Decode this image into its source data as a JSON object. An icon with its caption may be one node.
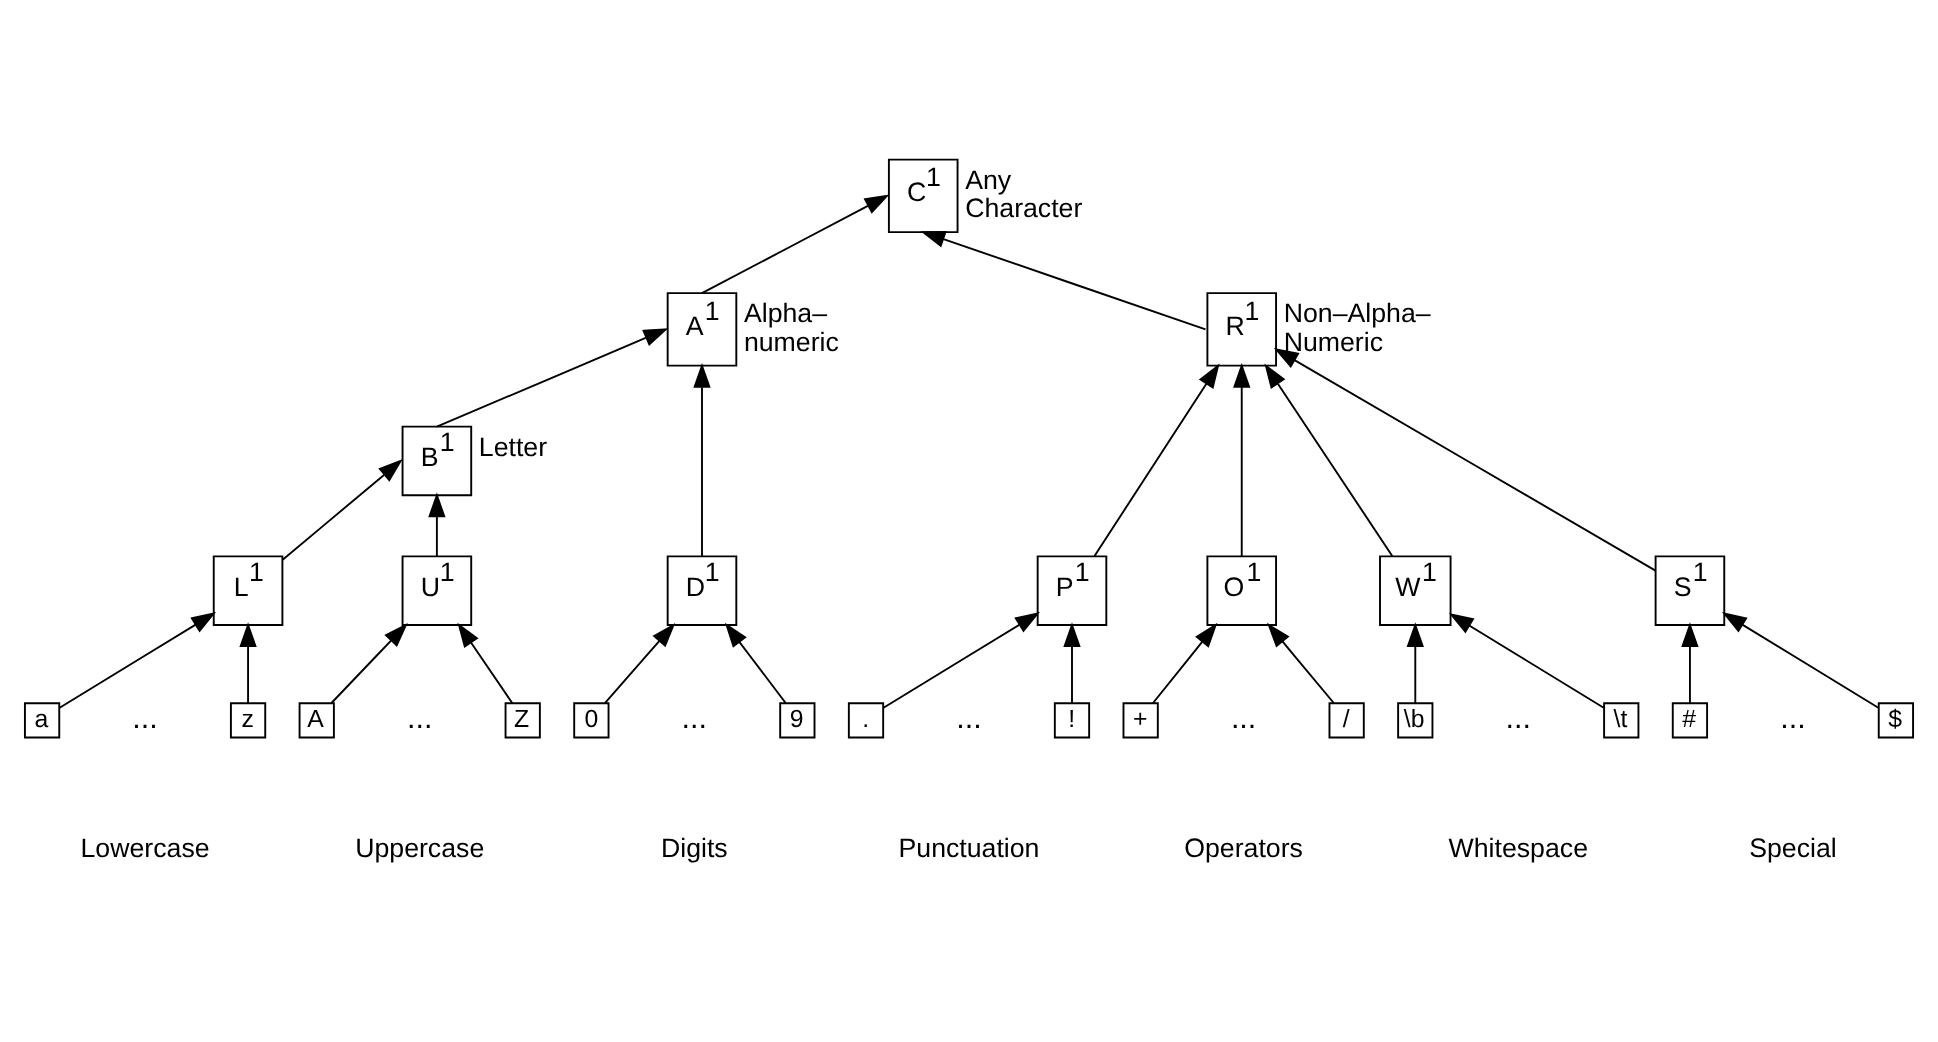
{
  "diagram": {
    "nodes": [
      {
        "text": [
          "C$^{1}$"
        ],
        "beside": [
          "Any Character"
        ]
      },
      {
        "text": [
          "A$^{1}$"
        ],
        "beside": [
          "Alpha– numeric"
        ]
      },
      {
        "text": [
          "R$^{1}$"
        ],
        "beside": [
          "Non–Alpha– Numeric"
        ]
      },
      {
        "text": [
          "B$^{1}$"
        ],
        "beside": [
          "Letter"
        ]
      },
      {
        "text": [
          "L$^{1}$"
        ]
      },
      {
        "text": [
          "U$^{1}$"
        ]
      },
      {
        "text": [
          "D$^{1}$"
        ]
      },
      {
        "text": [
          "P$^{1}$"
        ]
      },
      {
        "text": [
          "O$^{1}$"
        ]
      },
      {
        "text": [
          "W$^{1}$"
        ]
      },
      {
        "text": [
          "S$^{1}$"
        ]
      },
      {
        "text": [
          "a"
        ]
      },
      {
        "text": [
          "z"
        ]
      },
      {
        "text": [
          "A"
        ]
      },
      {
        "text": [
          "Z"
        ]
      },
      {
        "text": [
          "0"
        ]
      },
      {
        "text": [
          "9"
        ]
      },
      {
        "text": [
          "."
        ]
      },
      {
        "text": [
          "!"
        ]
      },
      {
        "text": [
          "+"
        ]
      },
      {
        "text": [
          "/"
        ]
      },
      {
        "text": [
          "\\b"
        ]
      },
      {
        "text": [
          "\\t"
        ]
      },
      {
        "text": [
          "#"
        ]
      },
      {
        "text": [
          "$"
        ]
      }
    ],
    "edges": [
      {
        "from": 1,
        "to": 0,
        "arrow": "to"
      },
      {
        "from": 2,
        "to": 0,
        "arrow": "to"
      },
      {
        "from": 3,
        "to": 1,
        "arrow": "to"
      },
      {
        "from": 6,
        "to": 1,
        "arrow": "to"
      },
      {
        "from": 4,
        "to": 3,
        "arrow": "to"
      },
      {
        "from": 5,
        "to": 3,
        "arrow": "to"
      },
      {
        "from": 7,
        "to": 2,
        "arrow": "to"
      },
      {
        "from": 8,
        "to": 2,
        "arrow": "to"
      },
      {
        "from": 9,
        "to": 2,
        "arrow": "to"
      },
      {
        "from": 10,
        "to": 2,
        "arrow": "to"
      },
      {
        "from": 11,
        "to": 4,
        "arrow": "to"
      },
      {
        "from": 12,
        "to": 4,
        "arrow": "to"
      },
      {
        "from": 13,
        "to": 5,
        "arrow": "to"
      },
      {
        "from": 14,
        "to": 5,
        "arrow": "to"
      },
      {
        "from": 15,
        "to": 6,
        "arrow": "to"
      },
      {
        "from": 16,
        "to": 6,
        "arrow": "to"
      },
      {
        "from": 17,
        "to": 7,
        "arrow": "to"
      },
      {
        "from": 18,
        "to": 7,
        "arrow": "to"
      },
      {
        "from": 19,
        "to": 8,
        "arrow": "to"
      },
      {
        "from": 20,
        "to": 8,
        "arrow": "to"
      },
      {
        "from": 21,
        "to": 9,
        "arrow": "to"
      },
      {
        "from": 22,
        "to": 9,
        "arrow": "to"
      },
      {
        "from": 23,
        "to": 10,
        "arrow": "to"
      },
      {
        "from": 24,
        "to": 10,
        "arrow": "to"
      }
    ],
    "labels": [
      "...",
      "...",
      "...",
      "...",
      "...",
      "...",
      "...",
      "Lowercase",
      "Uppercase",
      "Digits",
      "Punctuation",
      "Operators",
      "Whitespace",
      "Special"
    ]
  }
}
